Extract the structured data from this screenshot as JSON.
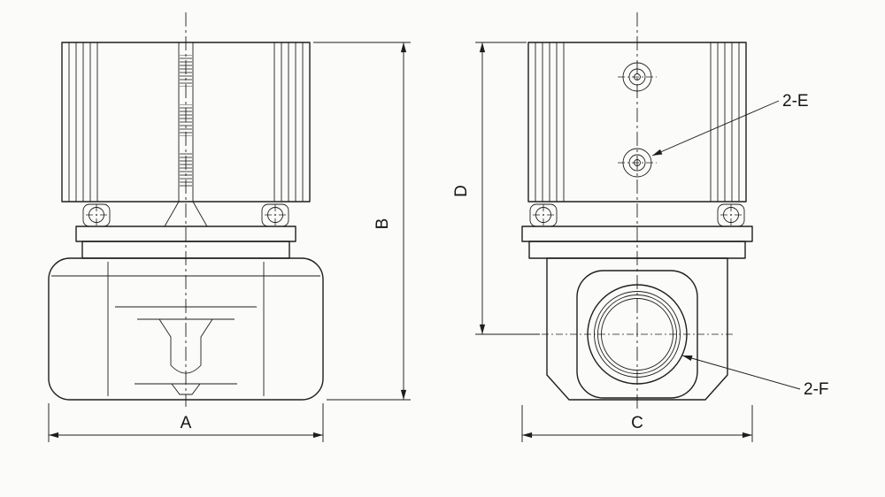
{
  "colors": {
    "background": "#fbfbfa",
    "line": "#1e1e1e"
  },
  "dimensions": {
    "a": "A",
    "b": "B",
    "c": "C",
    "d": "D"
  },
  "callouts": {
    "e": "2-E",
    "f": "2-F"
  }
}
